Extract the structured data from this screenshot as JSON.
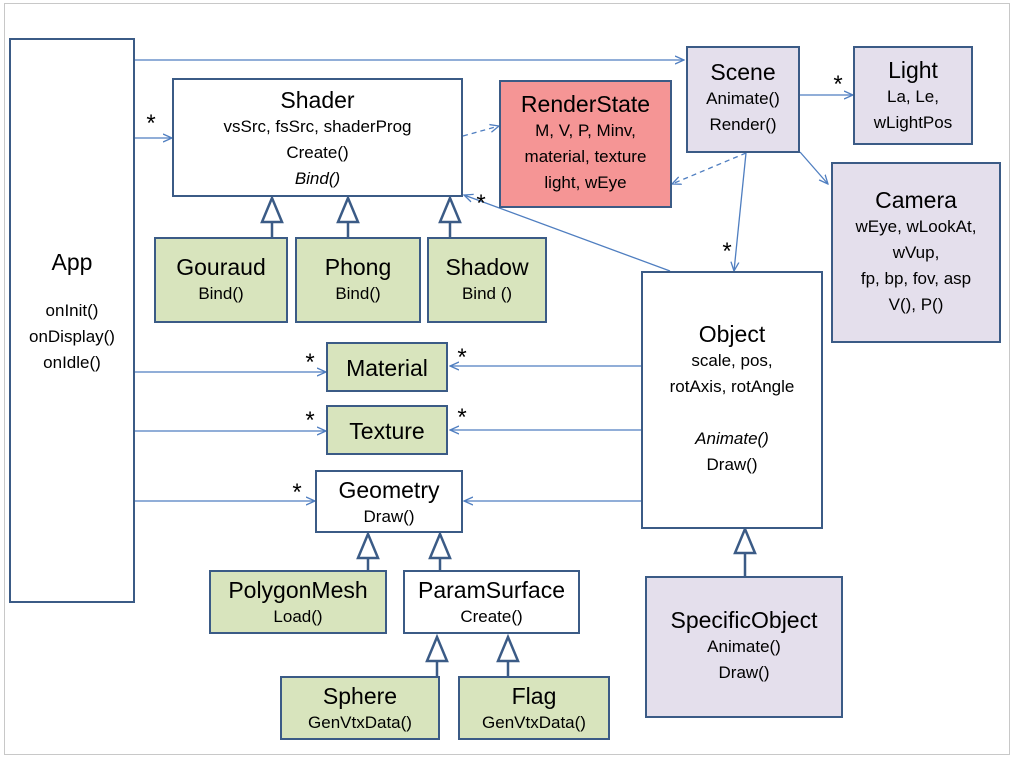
{
  "app": {
    "title": "App",
    "methods": [
      "onInit()",
      "onDisplay()",
      "onIdle()"
    ]
  },
  "shader": {
    "title": "Shader",
    "lines": [
      "vsSrc, fsSrc, shaderProg",
      "Create()",
      "Bind()"
    ]
  },
  "renderstate": {
    "title": "RenderState",
    "lines": [
      "M, V, P, Minv,",
      "material, texture",
      "light, wEye"
    ]
  },
  "scene": {
    "title": "Scene",
    "lines": [
      "Animate()",
      "Render()"
    ]
  },
  "light": {
    "title": "Light",
    "lines": [
      "La, Le,",
      "wLightPos"
    ]
  },
  "camera": {
    "title": "Camera",
    "lines": [
      "wEye, wLookAt,",
      "wVup,",
      "fp, bp, fov, asp",
      "V(), P()"
    ]
  },
  "gouraud": {
    "title": "Gouraud",
    "method": "Bind()"
  },
  "phong": {
    "title": "Phong",
    "method": "Bind()"
  },
  "shadow": {
    "title": "Shadow",
    "method": "Bind ()"
  },
  "object": {
    "title": "Object",
    "lines": [
      "scale, pos,",
      "rotAxis, rotAngle",
      "",
      "Animate()",
      "Draw()"
    ]
  },
  "material": {
    "title": "Material"
  },
  "texture": {
    "title": "Texture"
  },
  "geometry": {
    "title": "Geometry",
    "method": "Draw()"
  },
  "polygonmesh": {
    "title": "PolygonMesh",
    "method": "Load()"
  },
  "paramsurface": {
    "title": "ParamSurface",
    "method": "Create()"
  },
  "sphere": {
    "title": "Sphere",
    "method": "GenVtxData()"
  },
  "flag": {
    "title": "Flag",
    "method": "GenVtxData()"
  },
  "specificobject": {
    "title": "SpecificObject",
    "lines": [
      "Animate()",
      "Draw()"
    ]
  },
  "multiplicity": "*",
  "colors": {
    "border": "#3b5b86",
    "arrow": "#4f7ec0",
    "green": "#d8e4bd",
    "lavender": "#e4dfec",
    "pink": "#f59595"
  }
}
